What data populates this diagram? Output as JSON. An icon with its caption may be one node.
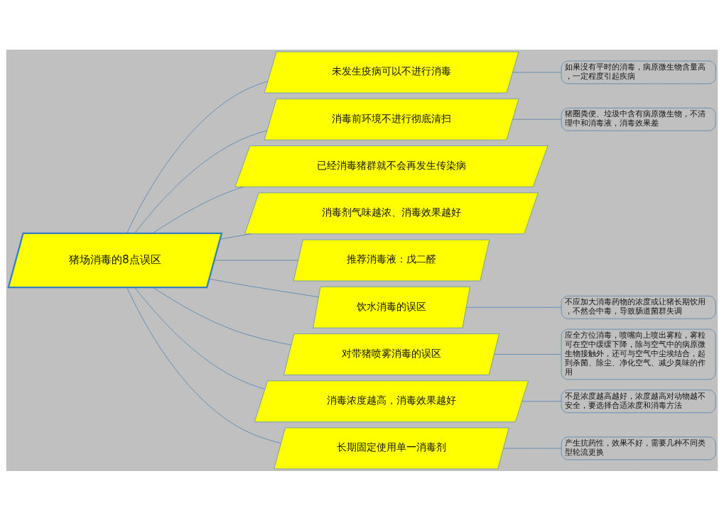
{
  "diagram": {
    "nodes": [
      {
        "text": [
          "猪场消毒的8点误区"
        ]
      },
      {
        "text": [
          "未发生疫病可以不进行消毒"
        ]
      },
      {
        "text": [
          "如果没有平时的消毒，病原微生物含量高，一定程度引起疾病"
        ]
      },
      {
        "text": [
          "消毒前环境不进行彻底清扫"
        ]
      },
      {
        "text": [
          "猪圈粪便、垃圾中含有病原微生物，不清理中和消毒液，消毒效果差"
        ]
      },
      {
        "text": [
          "已经消毒猪群就不会再发生传染病"
        ]
      },
      {
        "text": [
          "消毒剂气味越浓、消毒效果越好"
        ]
      },
      {
        "text": [
          "推荐消毒液：戊二醛"
        ]
      },
      {
        "text": [
          "饮水消毒的误区"
        ]
      },
      {
        "text": [
          "不应加大消毒药物的浓度或让猪长期饮用，不然会中毒，导致肠道菌群失调"
        ]
      },
      {
        "text": [
          "对带猪喷雾消毒的误区"
        ]
      },
      {
        "text": [
          "应全方位消毒，喷嘴向上喷出雾粒，雾粒可在空中缓缓下降，除与空气中的病原微生物接触外，还可与空气中尘埃结合，起到杀菌、除尘、净化空气、减少臭味的作用"
        ]
      },
      {
        "text": [
          "消毒浓度越高，消毒效果越好"
        ]
      },
      {
        "text": [
          "不是浓度越高越好，浓度越高对动物越不安全，要选择合适浓度和消毒方法"
        ]
      },
      {
        "text": [
          "长期固定使用单一消毒剂"
        ]
      },
      {
        "text": [
          "产生抗药性，效果不好，需要几种不同类型轮流更换"
        ]
      }
    ],
    "edges": [
      {
        "from": 0,
        "to": 1,
        "arrow": "none"
      },
      {
        "from": 0,
        "to": 3,
        "arrow": "none"
      },
      {
        "from": 0,
        "to": 5,
        "arrow": "none"
      },
      {
        "from": 0,
        "to": 6,
        "arrow": "none"
      },
      {
        "from": 0,
        "to": 7,
        "arrow": "none"
      },
      {
        "from": 0,
        "to": 8,
        "arrow": "none"
      },
      {
        "from": 0,
        "to": 10,
        "arrow": "none"
      },
      {
        "from": 0,
        "to": 12,
        "arrow": "none"
      },
      {
        "from": 0,
        "to": 14,
        "arrow": "none"
      },
      {
        "from": 1,
        "to": 2,
        "arrow": "none"
      },
      {
        "from": 3,
        "to": 4,
        "arrow": "none"
      },
      {
        "from": 8,
        "to": 9,
        "arrow": "none"
      },
      {
        "from": 10,
        "to": 11,
        "arrow": "none"
      },
      {
        "from": 12,
        "to": 13,
        "arrow": "none"
      },
      {
        "from": 14,
        "to": 15,
        "arrow": "none"
      }
    ]
  }
}
